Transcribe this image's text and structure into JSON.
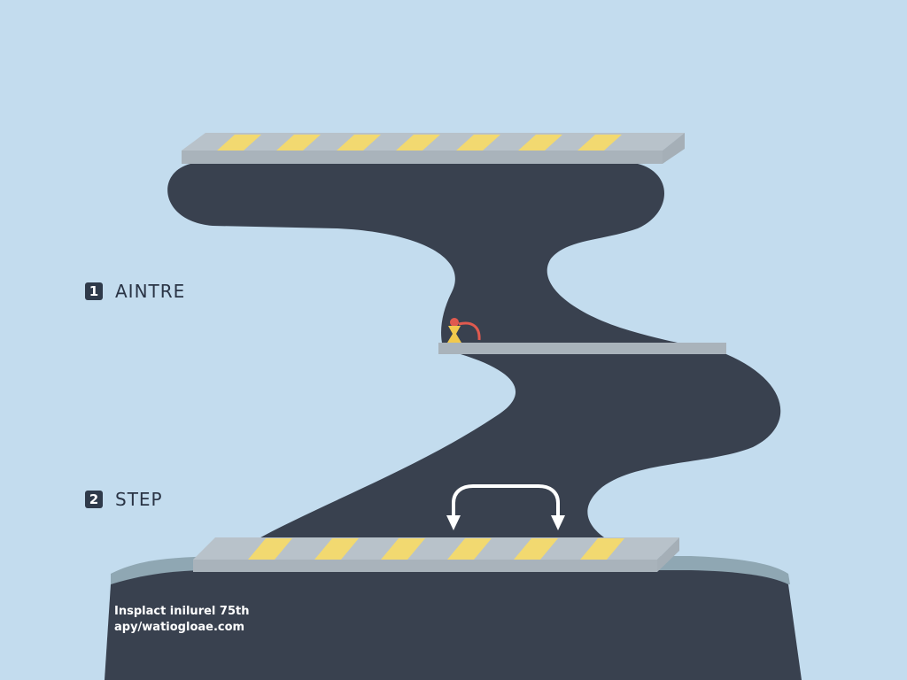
{
  "steps": [
    {
      "number": "1",
      "label": "AINTRE"
    },
    {
      "number": "2",
      "label": "STEP"
    }
  ],
  "footer": {
    "line1": "Insplact inilurel 75th",
    "line2": "apy/watiogloae.com"
  },
  "colors": {
    "background": "#c3dcee",
    "dark_shape": "#39414f",
    "platform_top": "#b8c2ca",
    "platform_side": "#a5afb7",
    "hazard_stripe": "#f2d970",
    "figure_body": "#f2c94c",
    "figure_accent": "#e05a4f",
    "arrow": "#ffffff",
    "ground_edge": "#8fa7b3"
  }
}
